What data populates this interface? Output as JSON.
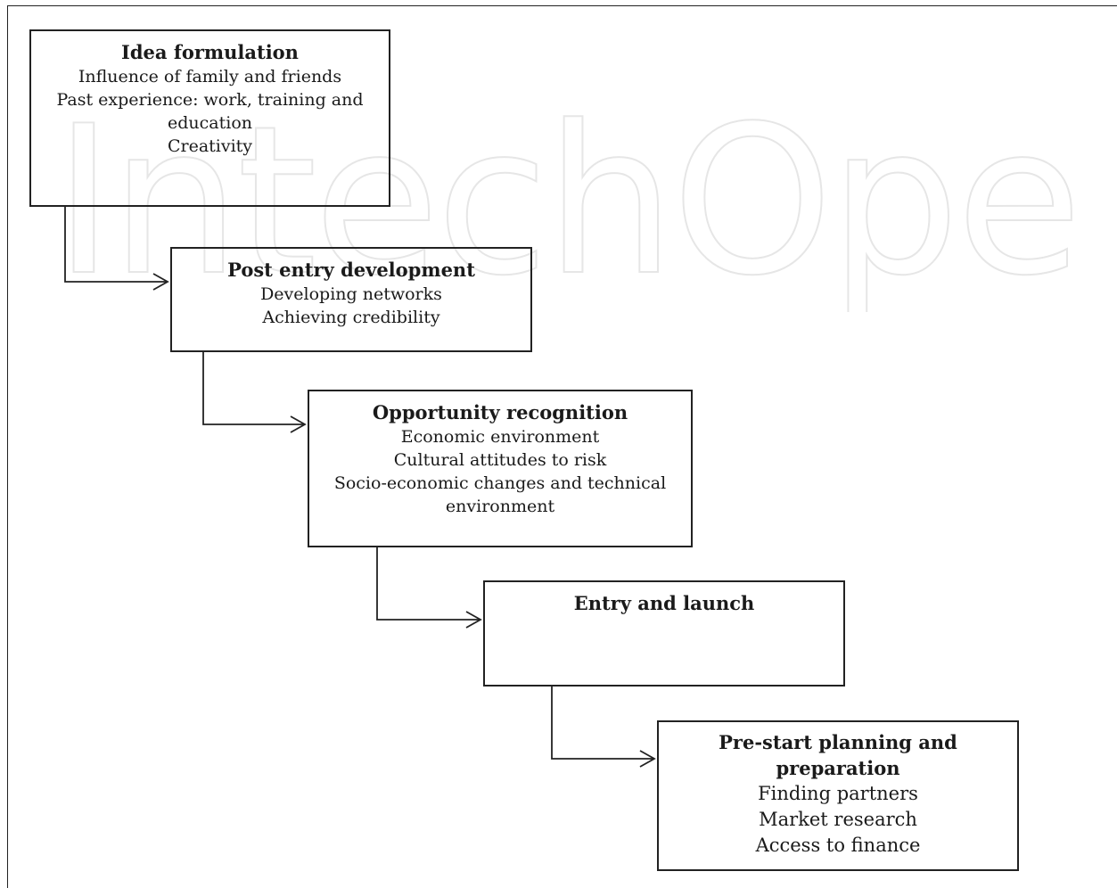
{
  "watermark": "IntechOpen",
  "boxes": [
    {
      "title": "Idea formulation",
      "lines": [
        "Influence of family and friends",
        "Past experience: work, training and",
        "education",
        "Creativity"
      ]
    },
    {
      "title": "Post entry development",
      "lines": [
        "Developing networks",
        "Achieving credibility"
      ]
    },
    {
      "title": "Opportunity recognition",
      "lines": [
        "Economic environment",
        "Cultural attitudes to risk",
        "Socio-economic changes and technical",
        "environment"
      ]
    },
    {
      "title": "Entry and launch",
      "lines": []
    },
    {
      "title_line1": "Pre-start planning and",
      "title_line2": "preparation",
      "lines": [
        "Finding partners",
        "Market research",
        "Access to finance"
      ]
    }
  ]
}
